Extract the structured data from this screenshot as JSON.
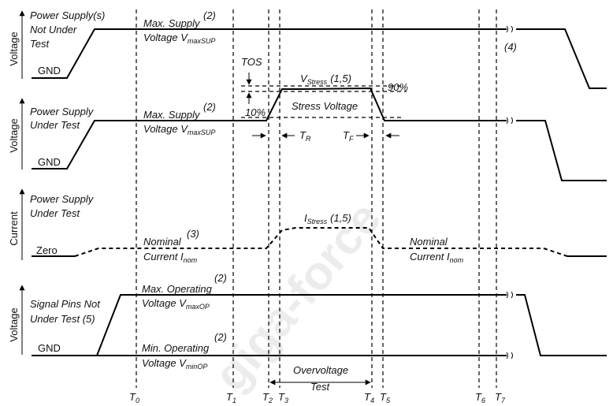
{
  "panels": {
    "p1": {
      "axis": "Voltage",
      "title_1": "Power Supply(s)",
      "title_2": "Not Under",
      "title_3": "Test",
      "gnd": "GND",
      "lbl1_main": "Max. Supply",
      "lbl1_note": "(2)",
      "lbl2_main": "Voltage V",
      "lbl2_sub": "maxSUP",
      "note4": "(4)"
    },
    "p2": {
      "axis": "Voltage",
      "title_1": "Power Supply",
      "title_2": "Under Test",
      "gnd": "GND",
      "lbl1_main": "Max. Supply",
      "lbl1_note": "(2)",
      "lbl2_main": "Voltage V",
      "lbl2_sub": "maxSUP",
      "tos": "TOS",
      "vstress_main": "V",
      "vstress_sub": "Stress",
      "vstress_note": "(1,5)",
      "pct90": "90%",
      "pct10": "10%",
      "stress_voltage": "Stress Voltage",
      "tr_main": "T",
      "tr_sub": "R",
      "tf_main": "T",
      "tf_sub": "F"
    },
    "p3": {
      "axis": "Current",
      "title_1": "Power Supply",
      "title_2": "Under Test",
      "zero": "Zero",
      "istress_main": "I",
      "istress_sub": "Stress",
      "istress_note": "(1,5)",
      "nom_left_1": "Nominal",
      "nom_left_note": "(3)",
      "nom_left_2": "Current I",
      "nom_left_sub": "nom",
      "nom_right_1": "Nominal",
      "nom_right_2": "Current I",
      "nom_right_sub": "nom"
    },
    "p4": {
      "axis": "Voltage",
      "title_1": "Signal Pins Not",
      "title_2": "Under Test (5)",
      "gnd": "GND",
      "max_1": "Max. Operating",
      "max_note": "(2)",
      "max_2": "Voltage V",
      "max_sub": "maxOP",
      "min_1": "Min. Operating",
      "min_note": "(2)",
      "min_2": "Voltage V",
      "min_sub": "minOP",
      "ov_1": "Overvoltage",
      "ov_2": "Test"
    }
  },
  "time_markers": [
    {
      "main": "T",
      "sub": "0"
    },
    {
      "main": "T",
      "sub": "1"
    },
    {
      "main": "T",
      "sub": "2"
    },
    {
      "main": "T",
      "sub": "3"
    },
    {
      "main": "T",
      "sub": "4"
    },
    {
      "main": "T",
      "sub": "5"
    },
    {
      "main": "T",
      "sub": "6"
    },
    {
      "main": "T",
      "sub": "7"
    }
  ],
  "watermark": "giga-force"
}
